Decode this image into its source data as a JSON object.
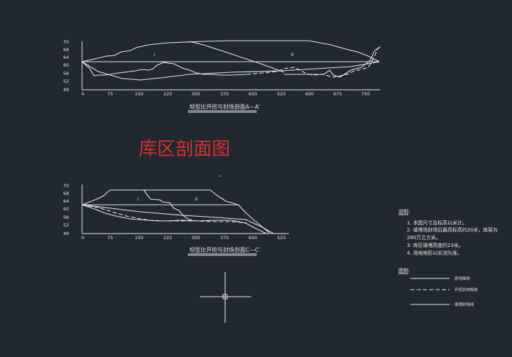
{
  "main_title": "库区剖面图",
  "sections": [
    {
      "caption": "坝型比开挖与封场剖面A—A′",
      "region_labels": [
        "I",
        "II"
      ],
      "x_ticks": [
        "0",
        "75",
        "150",
        "225",
        "300",
        "375",
        "450",
        "525",
        "600",
        "675",
        "750"
      ],
      "y_ticks": [
        "70",
        "68",
        "64",
        "60",
        "56",
        "52",
        "48"
      ]
    },
    {
      "caption": "坝型比开挖与封场剖面C—C′",
      "region_labels": [
        "I",
        "II"
      ],
      "x_ticks": [
        "0",
        "75",
        "150",
        "225",
        "300",
        "375",
        "450",
        "525"
      ],
      "y_ticks": [
        "70",
        "68",
        "64",
        "60",
        "56",
        "52",
        "48"
      ]
    }
  ],
  "notes": {
    "heading": "说明:",
    "lines": [
      "1. 本图尺寸及标高以米计。",
      "2. 填埋场封场后最高标高约20米，库容为",
      "280万立方米。",
      "3. 库区填埋高度约23米。",
      "4. 场地地形以实测为准。"
    ]
  },
  "legend": {
    "heading": "图例:",
    "items": [
      "原地面线",
      "开挖后地面线",
      "填埋封场线"
    ]
  }
}
